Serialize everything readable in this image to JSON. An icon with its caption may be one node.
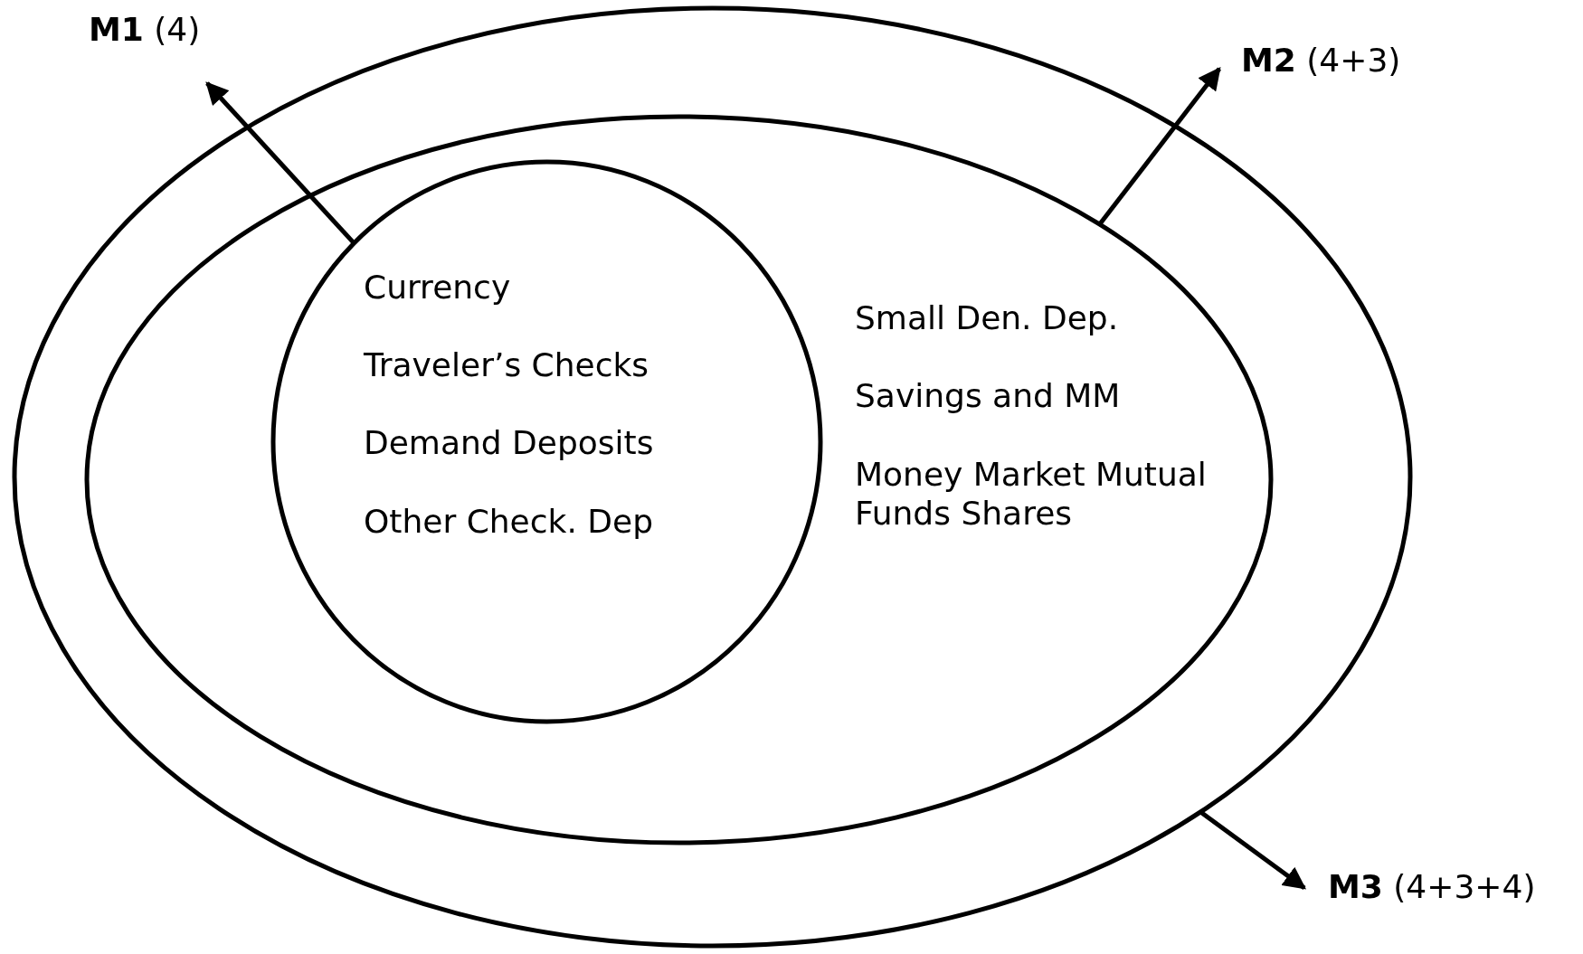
{
  "diagram": {
    "nodes": [
      {
        "text": [],
        "shape": "ellipse"
      },
      {
        "text": [
          "Small Den. Dep.",
          "Savings and MM",
          "Money Market Mutual Funds Shares"
        ],
        "in": 0
      },
      {
        "text": [
          "Currency",
          "Traveler’s Checks",
          "Demand Deposits",
          "Other Check. Dep"
        ],
        "in": 1
      },
      {
        "text": [
          "**M1** (4)"
        ]
      },
      {
        "text": [
          "**M2** (4+3)"
        ]
      },
      {
        "text": [
          "**M3** (4+3+4)"
        ]
      }
    ],
    "edges": [
      {
        "from": 2,
        "to": 3,
        "arrow": "to"
      },
      {
        "from": 1,
        "to": 4,
        "arrow": "to"
      },
      {
        "from": 0,
        "to": 5,
        "arrow": "to"
      }
    ]
  }
}
